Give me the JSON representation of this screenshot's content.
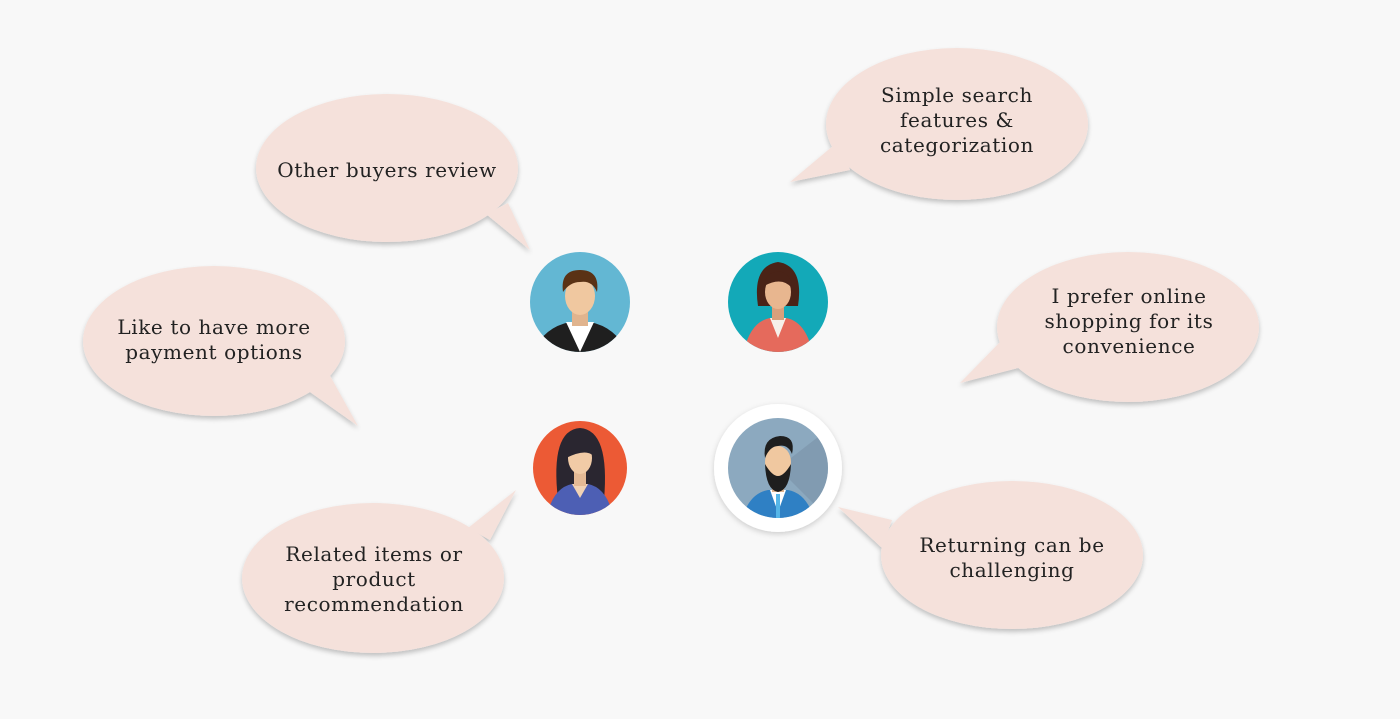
{
  "colors": {
    "background": "#f8f8f8",
    "bubble_fill": "#f5e1db",
    "text": "#222222"
  },
  "bubbles": [
    {
      "id": "buyers-review",
      "text": "Other buyers review"
    },
    {
      "id": "search-features",
      "text": "Simple search\nfeatures &\ncategorization"
    },
    {
      "id": "payment-options",
      "text": "Like to have more\npayment options"
    },
    {
      "id": "online-convenience",
      "text": "I prefer online\nshopping for its\nconvenience"
    },
    {
      "id": "related-items",
      "text": "Related items or\nproduct\nrecommendation"
    },
    {
      "id": "returning",
      "text": "Returning can be\nchallenging"
    }
  ],
  "avatars": [
    {
      "id": "young-man",
      "icon": "young-man-avatar-icon",
      "bg": "#63b7d3"
    },
    {
      "id": "woman-short-hair",
      "icon": "woman-avatar-icon",
      "bg": "#13a9b8"
    },
    {
      "id": "woman-long-hair",
      "icon": "woman-long-hair-avatar-icon",
      "bg": "#ec5a35"
    },
    {
      "id": "bearded-man",
      "icon": "bearded-man-avatar-icon",
      "bg": "#8ca9bf"
    }
  ]
}
